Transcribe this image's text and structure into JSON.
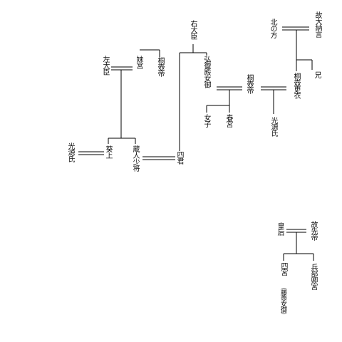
{
  "family_tree": {
    "left_group": [
      {
        "id": "udaijin",
        "label": "右大臣"
      },
      {
        "id": "kokiden",
        "label": "弘徽殿女御"
      },
      {
        "id": "kiritsubo_tei",
        "label": "桐壺帝"
      },
      {
        "id": "togu",
        "label": "春宮"
      },
      {
        "id": "onnago",
        "label": "女子"
      },
      {
        "id": "kita_no_kata",
        "label": "北の方"
      },
      {
        "id": "ko_dainagon",
        "label": "故大納言"
      },
      {
        "id": "ani",
        "label": "兄"
      },
      {
        "id": "kiritsubo_koi",
        "label": "桐壺更衣"
      },
      {
        "id": "hikaru_genji_1",
        "label": "光源氏"
      },
      {
        "id": "sadaijin",
        "label": "左大臣"
      },
      {
        "id": "imouto_miya",
        "label": "妹宮"
      },
      {
        "id": "kiritsubo_tei_2",
        "label": "桐壺帝"
      },
      {
        "id": "aoi_no_ue",
        "label": "葵上"
      },
      {
        "id": "kurodo_shosho",
        "label": "蔵人少将"
      },
      {
        "id": "shi_no_kimi",
        "label": "四君"
      },
      {
        "id": "hikaru_genji_2",
        "label": "光源氏"
      }
    ],
    "right_group": [
      {
        "id": "kisaki",
        "label": "皇后"
      },
      {
        "id": "ko_sentei",
        "label": "故先帝"
      },
      {
        "id": "shi_no_miya",
        "label": "四宮"
      },
      {
        "id": "fujitsubo",
        "label": "（藤壺女御）"
      },
      {
        "id": "hyobukyo_no_miya",
        "label": "兵部卿宮"
      }
    ]
  }
}
